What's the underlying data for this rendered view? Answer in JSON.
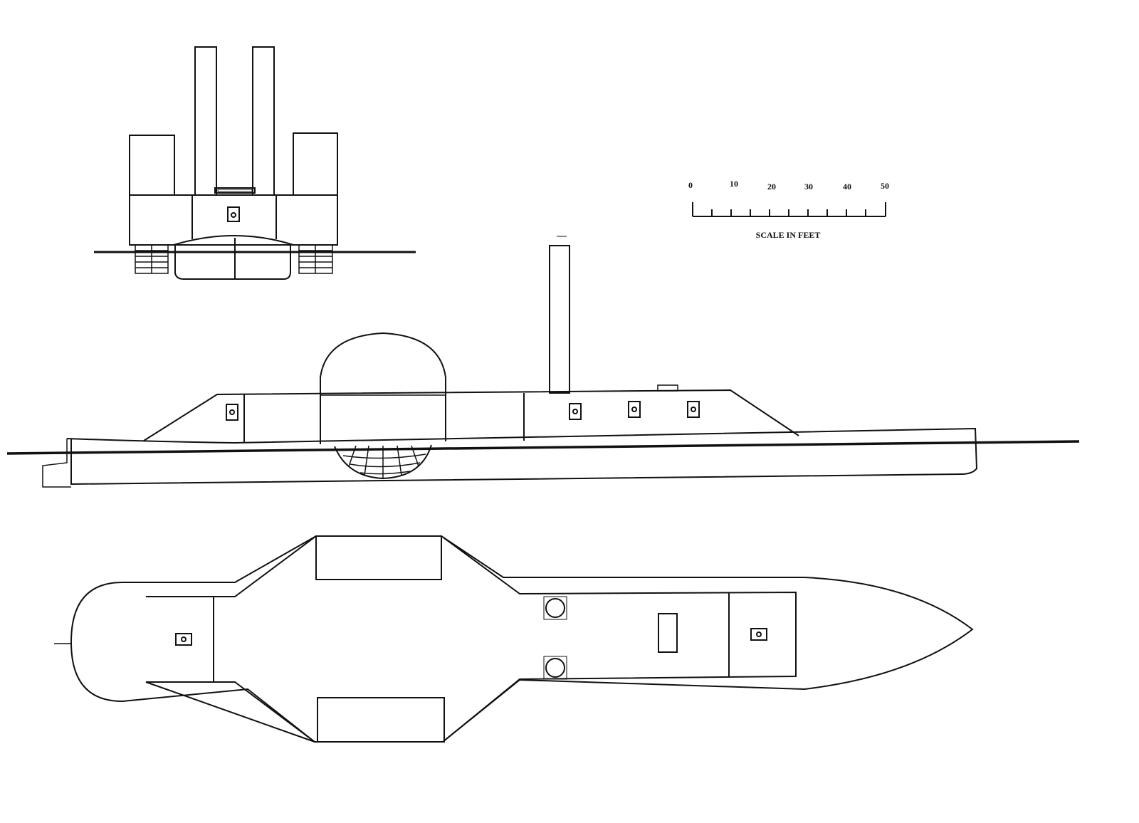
{
  "scale": {
    "label": "SCALE IN FEET",
    "tick_labels": [
      "0",
      "10",
      "20",
      "30",
      "40",
      "50"
    ]
  },
  "colors": {
    "paper": "#ffffff",
    "ink": "#111111"
  },
  "views": [
    "end-elevation",
    "side-elevation",
    "deck-plan"
  ]
}
